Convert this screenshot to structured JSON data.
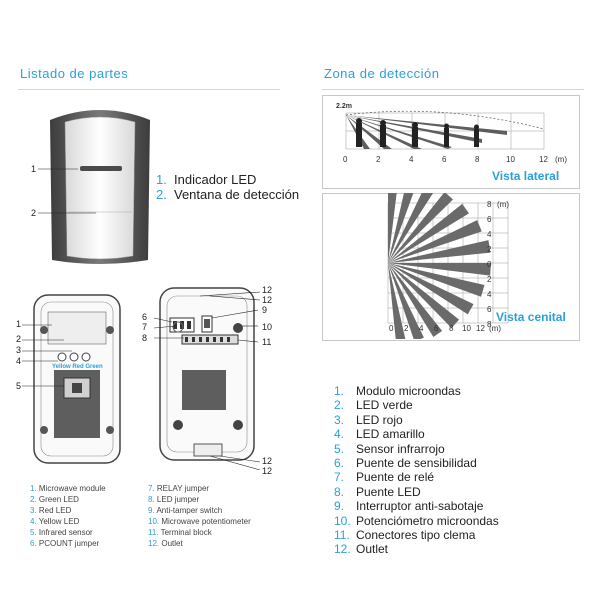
{
  "left_section": {
    "title": "Listado de partes",
    "front_legend": [
      {
        "num": "1.",
        "label": "Indicador LED"
      },
      {
        "num": "2.",
        "label": "Ventana de detección"
      }
    ],
    "front_callouts": [
      "1",
      "2"
    ],
    "inner_left_callouts": [
      "1",
      "2",
      "3",
      "4",
      "5"
    ],
    "inner_left_led_caption": "Yellow Red Green",
    "inner_right_callouts_left": [
      "6",
      "7",
      "8"
    ],
    "inner_right_callouts_right": [
      "12",
      "12",
      "9",
      "10",
      "11",
      "12",
      "12"
    ],
    "english_list_col1": [
      {
        "num": "1.",
        "label": "Microwave module"
      },
      {
        "num": "2.",
        "label": "Green LED"
      },
      {
        "num": "3.",
        "label": "Red LED"
      },
      {
        "num": "4.",
        "label": "Yellow LED"
      },
      {
        "num": "5.",
        "label": "Infrared sensor"
      },
      {
        "num": "6.",
        "label": "PCOUNT jumper"
      }
    ],
    "english_list_col2": [
      {
        "num": "7.",
        "label": "RELAY jumper"
      },
      {
        "num": "8.",
        "label": "LED jumper"
      },
      {
        "num": "9.",
        "label": "Anti-tamper switch"
      },
      {
        "num": "10.",
        "label": "Microwave potentiometer"
      },
      {
        "num": "11.",
        "label": "Terminal block"
      },
      {
        "num": "12.",
        "label": "Outlet"
      }
    ]
  },
  "right_section": {
    "title": "Zona de detección",
    "side_view": {
      "height_label": "2.2m",
      "x_ticks": [
        "0",
        "2",
        "4",
        "6",
        "8",
        "10",
        "12"
      ],
      "unit": "(m)",
      "caption": "Vista lateral"
    },
    "top_view": {
      "y_ticks": [
        "8",
        "6",
        "4",
        "2",
        "0",
        "2",
        "4",
        "6",
        "8"
      ],
      "x_ticks": [
        "0",
        "2",
        "4",
        "6",
        "8",
        "10",
        "12"
      ],
      "unit": "(m)",
      "caption": "Vista cenital"
    },
    "parts_list": [
      {
        "num": "1.",
        "label": "Modulo microondas"
      },
      {
        "num": "2.",
        "label": "LED verde"
      },
      {
        "num": "3.",
        "label": "LED rojo"
      },
      {
        "num": "4.",
        "label": "LED amarillo"
      },
      {
        "num": "5.",
        "label": "Sensor infrarrojo"
      },
      {
        "num": "6.",
        "label": "Puente de sensibilidad"
      },
      {
        "num": "7.",
        "label": "Puente de relé"
      },
      {
        "num": "8.",
        "label": "Puente LED"
      },
      {
        "num": "9.",
        "label": "Interruptor anti-sabotaje"
      },
      {
        "num": "10.",
        "label": "Potenciómetro microondas"
      },
      {
        "num": "11.",
        "label": "Conectores tipo clema"
      },
      {
        "num": "12.",
        "label": "Outlet"
      }
    ]
  },
  "colors": {
    "accent": "#2aa0d8",
    "rule": "#bcdff0",
    "device": "#5a5a5a"
  }
}
